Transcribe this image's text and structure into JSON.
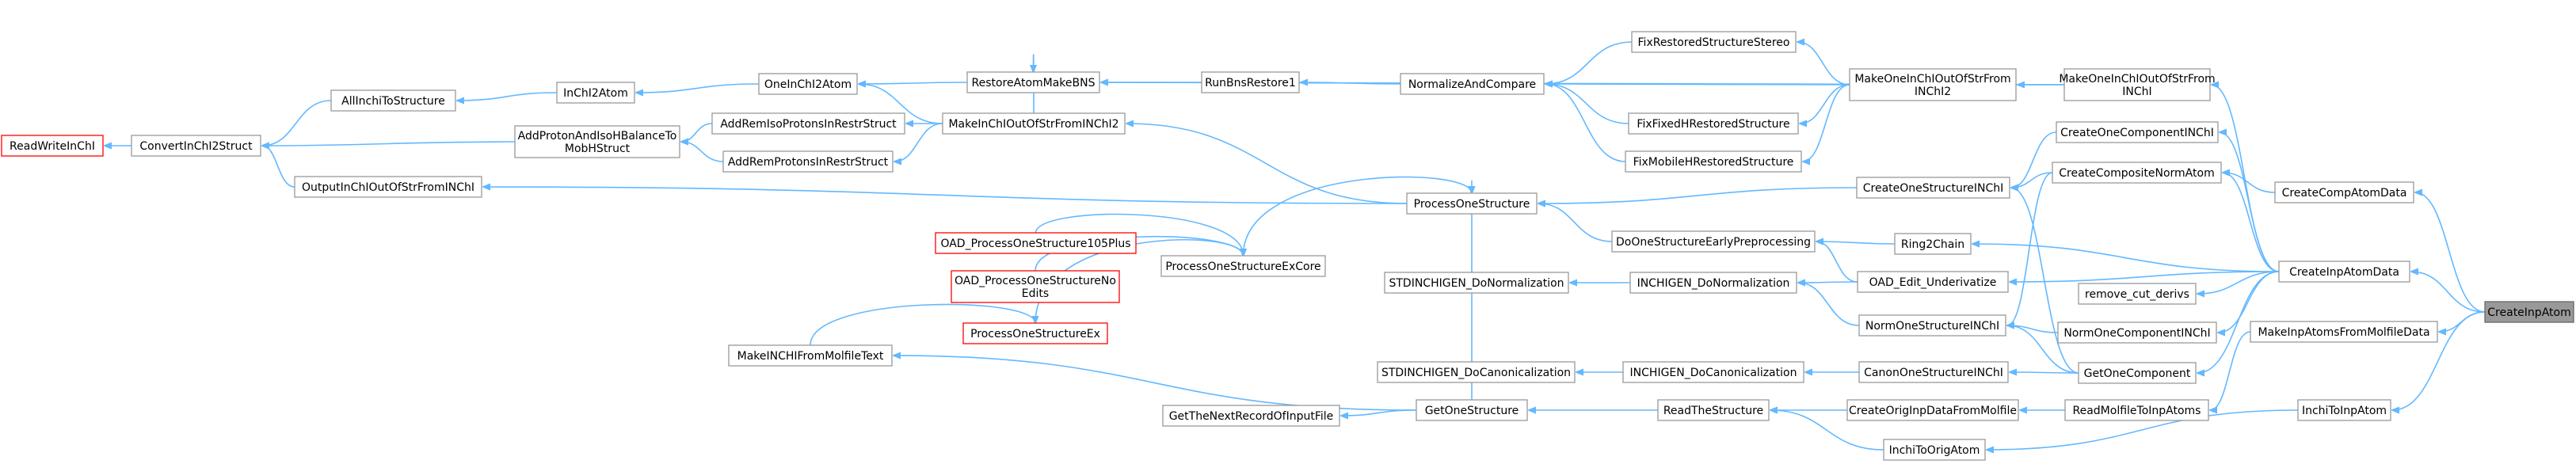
{
  "graph": {
    "nodes": {
      "readwriteinchi": {
        "lines": [
          "ReadWriteInChI"
        ],
        "style": "red"
      },
      "convertinchi2struct": {
        "lines": [
          "ConvertInChI2Struct"
        ]
      },
      "allinchitostructure": {
        "lines": [
          "AllInchiToStructure"
        ]
      },
      "outputinchioutofstrfrominchi": {
        "lines": [
          "OutputInChIOutOfStrFromINChI"
        ]
      },
      "inchi2atom": {
        "lines": [
          "InChI2Atom"
        ]
      },
      "addprotonandisohbalancetomobhstruct": {
        "lines": [
          "AddProtonAndIsoHBalanceTo",
          "MobHStruct"
        ]
      },
      "oneinchi2atom": {
        "lines": [
          "OneInChI2Atom"
        ]
      },
      "addremisoprotonsinrestrstruct": {
        "lines": [
          "AddRemIsoProtonsInRestrStruct"
        ]
      },
      "addremprotonsinrestrstruct": {
        "lines": [
          "AddRemProtonsInRestrStruct"
        ]
      },
      "restoreatommakebns": {
        "lines": [
          "RestoreAtomMakeBNS"
        ]
      },
      "makeinchioutofstrfrominchi2": {
        "lines": [
          "MakeInChIOutOfStrFromINChI2"
        ]
      },
      "runbnsrestore1": {
        "lines": [
          "RunBnsRestore1"
        ]
      },
      "oad_processonestructure105plus": {
        "lines": [
          "OAD_ProcessOneStructure105Plus"
        ],
        "style": "red"
      },
      "oad_processonestructurenoedits": {
        "lines": [
          "OAD_ProcessOneStructureNo",
          "Edits"
        ],
        "style": "red"
      },
      "processonestructureex": {
        "lines": [
          "ProcessOneStructureEx"
        ],
        "style": "red"
      },
      "makeinchifrommolfiletext": {
        "lines": [
          "MakeINCHIFromMolfileText"
        ]
      },
      "processonestructureexcore": {
        "lines": [
          "ProcessOneStructureExCore"
        ]
      },
      "gethenextrecordofinputfile": {
        "lines": [
          "GetTheNextRecordOfInputFile"
        ]
      },
      "normalizeandcompare": {
        "lines": [
          "NormalizeAndCompare"
        ]
      },
      "processonestructure": {
        "lines": [
          "ProcessOneStructure"
        ]
      },
      "stdinchigen_donormalization": {
        "lines": [
          "STDINCHIGEN_DoNormalization"
        ]
      },
      "stdinchigen_docanonicalization": {
        "lines": [
          "STDINCHIGEN_DoCanonicalization"
        ]
      },
      "getonestructure": {
        "lines": [
          "GetOneStructure"
        ]
      },
      "fixrestoredstructurestereo": {
        "lines": [
          "FixRestoredStructureStereo"
        ]
      },
      "fixfixedhrestoredstructure": {
        "lines": [
          "FixFixedHRestoredStructure"
        ]
      },
      "fixmobilehrestoredstructure": {
        "lines": [
          "FixMobileHRestoredStructure"
        ]
      },
      "doonestructureearlypreprocessing": {
        "lines": [
          "DoOneStructureEarlyPreprocessing"
        ]
      },
      "inchigen_donormalization": {
        "lines": [
          "INCHIGEN_DoNormalization"
        ]
      },
      "inchigen_docanonicalization": {
        "lines": [
          "INCHIGEN_DoCanonicalization"
        ]
      },
      "readthestructure": {
        "lines": [
          "ReadTheStructure"
        ]
      },
      "makeoneinchioutofstrfrominchi2": {
        "lines": [
          "MakeOneInChIOutOfStrFrom",
          "INChI2"
        ]
      },
      "createonestructureinchi": {
        "lines": [
          "CreateOneStructureINChI"
        ]
      },
      "ring2chain": {
        "lines": [
          "Ring2Chain"
        ]
      },
      "oad_edit_underivatize": {
        "lines": [
          "OAD_Edit_Underivatize"
        ]
      },
      "normonestructureinchi": {
        "lines": [
          "NormOneStructureINChI"
        ]
      },
      "canononestructureinchi": {
        "lines": [
          "CanonOneStructureINChI"
        ]
      },
      "createoriginpdatafrommolfile": {
        "lines": [
          "CreateOrigInpDataFromMolfile"
        ]
      },
      "inchitoorigatom": {
        "lines": [
          "InchiToOrigAtom"
        ]
      },
      "makeoneinchioutofstrfrominchi": {
        "lines": [
          "MakeOneInChIOutOfStrFrom",
          "INChI"
        ]
      },
      "createonecomponentinchi": {
        "lines": [
          "CreateOneComponentINChI"
        ]
      },
      "createcompositenormatom": {
        "lines": [
          "CreateCompositeNormAtom"
        ]
      },
      "remove_cut_derivs": {
        "lines": [
          "remove_cut_derivs"
        ]
      },
      "normonecomponentinchi": {
        "lines": [
          "NormOneComponentINChI"
        ]
      },
      "getonecomponent": {
        "lines": [
          "GetOneComponent"
        ]
      },
      "readmolfiletoinpatoms": {
        "lines": [
          "ReadMolfileToInpAtoms"
        ]
      },
      "createcompatomdata": {
        "lines": [
          "CreateCompAtomData"
        ]
      },
      "createinpatomdata": {
        "lines": [
          "CreateInpAtomData"
        ]
      },
      "makeinpatomsfrommolfiledata": {
        "lines": [
          "MakeInpAtomsFromMolfileData"
        ]
      },
      "inchitoinpatom": {
        "lines": [
          "InchiToInpAtom"
        ]
      },
      "createinpatom": {
        "lines": [
          "CreateInpAtom"
        ],
        "style": "root"
      }
    },
    "edges": [
      [
        "convertinchi2struct",
        "readwriteinchi"
      ],
      [
        "allinchitostructure",
        "convertinchi2struct"
      ],
      [
        "addprotonandisohbalancetomobhstruct",
        "convertinchi2struct"
      ],
      [
        "outputinchioutofstrfrominchi",
        "convertinchi2struct"
      ],
      [
        "inchi2atom",
        "allinchitostructure"
      ],
      [
        "oneinchi2atom",
        "inchi2atom"
      ],
      [
        "addremisoprotonsinrestrstruct",
        "addprotonandisohbalancetomobhstruct"
      ],
      [
        "addremprotonsinrestrstruct",
        "addprotonandisohbalancetomobhstruct"
      ],
      [
        "restoreatommakebns",
        "oneinchi2atom"
      ],
      [
        "makeinchioutofstrfrominchi2",
        "oneinchi2atom"
      ],
      [
        "makeinchioutofstrfrominchi2",
        "addremisoprotonsinrestrstruct"
      ],
      [
        "makeinchioutofstrfrominchi2",
        "addremprotonsinrestrstruct"
      ],
      [
        "makeinchioutofstrfrominchi2",
        "restoreatommakebns"
      ],
      [
        "runbnsrestore1",
        "restoreatommakebns"
      ],
      [
        "makeoneinchioutofstrfrominchi",
        "restoreatommakebns"
      ],
      [
        "normalizeandcompare",
        "runbnsrestore1"
      ],
      [
        "processonestructure",
        "makeinchioutofstrfrominchi2"
      ],
      [
        "processonestructure",
        "outputinchioutofstrfrominchi"
      ],
      [
        "makeoneinchioutofstrfrominchi2",
        "normalizeandcompare"
      ],
      [
        "fixrestoredstructurestereo",
        "normalizeandcompare"
      ],
      [
        "fixfixedhrestoredstructure",
        "normalizeandcompare"
      ],
      [
        "fixmobilehrestoredstructure",
        "normalizeandcompare"
      ],
      [
        "makeoneinchioutofstrfrominchi2",
        "fixrestoredstructurestereo"
      ],
      [
        "makeoneinchioutofstrfrominchi2",
        "fixfixedhrestoredstructure"
      ],
      [
        "makeoneinchioutofstrfrominchi2",
        "fixmobilehrestoredstructure"
      ],
      [
        "makeoneinchioutofstrfrominchi",
        "makeoneinchioutofstrfrominchi2"
      ],
      [
        "processonestructureexcore",
        "processonestructure"
      ],
      [
        "oad_processonestructure105plus",
        "processonestructureexcore"
      ],
      [
        "oad_processonestructurenoedits",
        "processonestructureexcore"
      ],
      [
        "processonestructureex",
        "processonestructureexcore"
      ],
      [
        "makeinchifrommolfiletext",
        "processonestructureex"
      ],
      [
        "getonestructure",
        "makeinchifrommolfiletext"
      ],
      [
        "getonestructure",
        "gethenextrecordofinputfile"
      ],
      [
        "getonestructure",
        "processonestructure"
      ],
      [
        "readthestructure",
        "getonestructure"
      ],
      [
        "createonestructureinchi",
        "processonestructure"
      ],
      [
        "doonestructureearlypreprocessing",
        "processonestructure"
      ],
      [
        "inchigen_donormalization",
        "stdinchigen_donormalization"
      ],
      [
        "inchigen_docanonicalization",
        "stdinchigen_docanonicalization"
      ],
      [
        "ring2chain",
        "doonestructureearlypreprocessing"
      ],
      [
        "oad_edit_underivatize",
        "doonestructureearlypreprocessing"
      ],
      [
        "normonestructureinchi",
        "inchigen_donormalization"
      ],
      [
        "oad_edit_underivatize",
        "inchigen_donormalization"
      ],
      [
        "canononestructureinchi",
        "inchigen_docanonicalization"
      ],
      [
        "createoriginpdatafrommolfile",
        "readthestructure"
      ],
      [
        "inchitoorigatom",
        "readthestructure"
      ],
      [
        "createonecomponentinchi",
        "createonestructureinchi"
      ],
      [
        "createcompositenormatom",
        "createonestructureinchi"
      ],
      [
        "createcompositenormatom",
        "normonestructureinchi"
      ],
      [
        "normonecomponentinchi",
        "normonestructureinchi"
      ],
      [
        "getonecomponent",
        "normonestructureinchi"
      ],
      [
        "getonecomponent",
        "canononestructureinchi"
      ],
      [
        "getonecomponent",
        "createonestructureinchi"
      ],
      [
        "readmolfiletoinpatoms",
        "createoriginpdatafrommolfile"
      ],
      [
        "inchitoinpatom",
        "inchitoorigatom"
      ],
      [
        "createinpatomdata",
        "makeoneinchioutofstrfrominchi"
      ],
      [
        "createinpatomdata",
        "createonecomponentinchi"
      ],
      [
        "createinpatomdata",
        "createcompositenormatom"
      ],
      [
        "createinpatomdata",
        "ring2chain"
      ],
      [
        "createinpatomdata",
        "oad_edit_underivatize"
      ],
      [
        "createinpatomdata",
        "remove_cut_derivs"
      ],
      [
        "createinpatomdata",
        "normonecomponentinchi"
      ],
      [
        "createinpatomdata",
        "getonecomponent"
      ],
      [
        "createcompatomdata",
        "createcompositenormatom"
      ],
      [
        "createinpatom",
        "createcompatomdata"
      ],
      [
        "createinpatom",
        "createinpatomdata"
      ],
      [
        "createinpatom",
        "makeinpatomsfrommolfiledata"
      ],
      [
        "createinpatom",
        "inchitoinpatom"
      ],
      [
        "makeinpatomsfrommolfiledata",
        "readmolfiletoinpatoms"
      ]
    ]
  }
}
